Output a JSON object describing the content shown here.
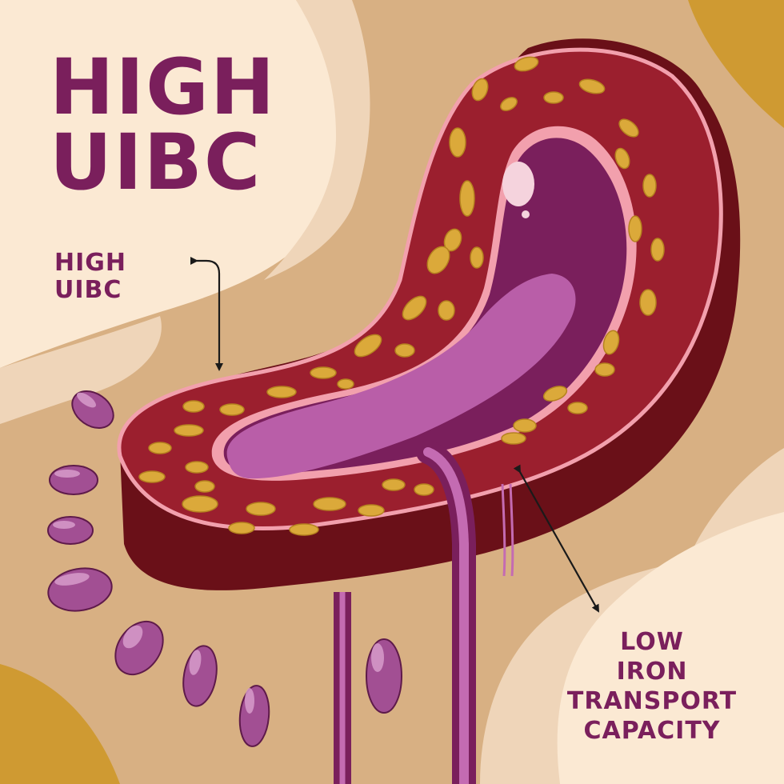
{
  "title": {
    "line1": "HIGH",
    "line2": "UIBC"
  },
  "callout_top": {
    "line1": "HIGH",
    "line2": "UIBC"
  },
  "callout_bottom": {
    "line1": "LOW",
    "line2": "IRON",
    "line3": "TRANSPORT",
    "line4": "CAPACITY"
  },
  "icons": [
    "kidney-cross-section-illustration",
    "double-headed-arrow",
    "iron-particle",
    "blood-vessel"
  ],
  "colors": {
    "title_text": "#7a1f5c",
    "background_cream": "#fbe9d3",
    "background_tan": "#d8b083",
    "background_mustard": "#cf9a32",
    "organ_outer": "#9b1f2e",
    "organ_side": "#6a1018",
    "organ_lining": "#f2a0ad",
    "inner_purple": "#7a1f5c",
    "inner_light_purple": "#b95ea8",
    "iron_particle": "#dba93a",
    "arrow": "#1a1a1a"
  }
}
